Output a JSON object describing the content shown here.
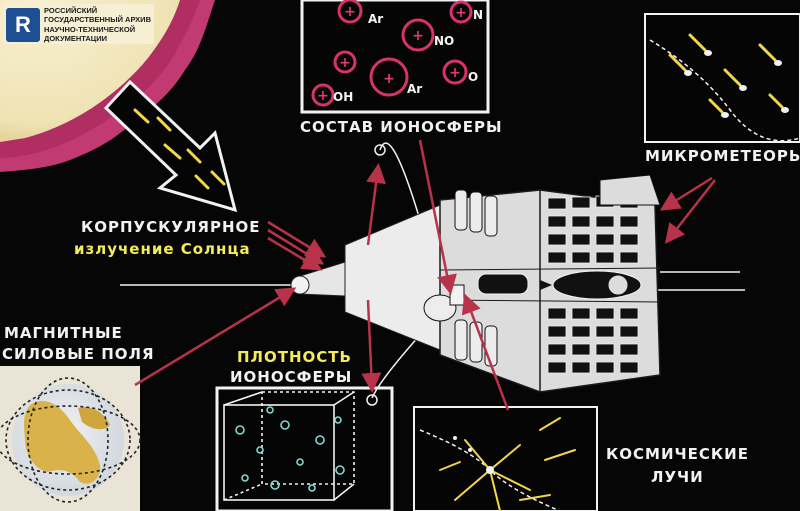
{
  "logo": {
    "line1": "РОССИЙСКИЙ",
    "line2": "ГОСУДАРСТВЕННЫЙ АРХИВ",
    "line3": "НАУЧНО-ТЕХНИЧЕСКОЙ",
    "line4": "ДОКУМЕНТАЦИИ",
    "mark": "R"
  },
  "labels": {
    "ionosphere_composition": "СОСТАВ ИОНОСФЕРЫ",
    "micrometeors": "МИКРОМЕТЕОРЫ",
    "corpuscular_line1": "КОРПУСКУЛЯРНОЕ",
    "corpuscular_line2": "излучение Солнца",
    "magnetic_line1": "МАГНИТНЫЕ",
    "magnetic_line2": "СИЛОВЫЕ ПОЛЯ",
    "density_line1": "ПЛОТНОСТЬ",
    "density_line2": "ИОНОСФЕРЫ",
    "cosmic_line1": "КОСМИЧЕСКИЕ",
    "cosmic_line2": "ЛУЧИ"
  },
  "ions": [
    "Ar",
    "N",
    "NO",
    "OH",
    "Ar",
    "O"
  ],
  "colors": {
    "background": "#060606",
    "label_white": "#f2f2f2",
    "label_yellow": "#f4ec5a",
    "arrow_red": "#b8324a",
    "sun": "#f1e5b8",
    "sun_corona": "#c23a72",
    "logo_blue": "#1f4f93"
  }
}
